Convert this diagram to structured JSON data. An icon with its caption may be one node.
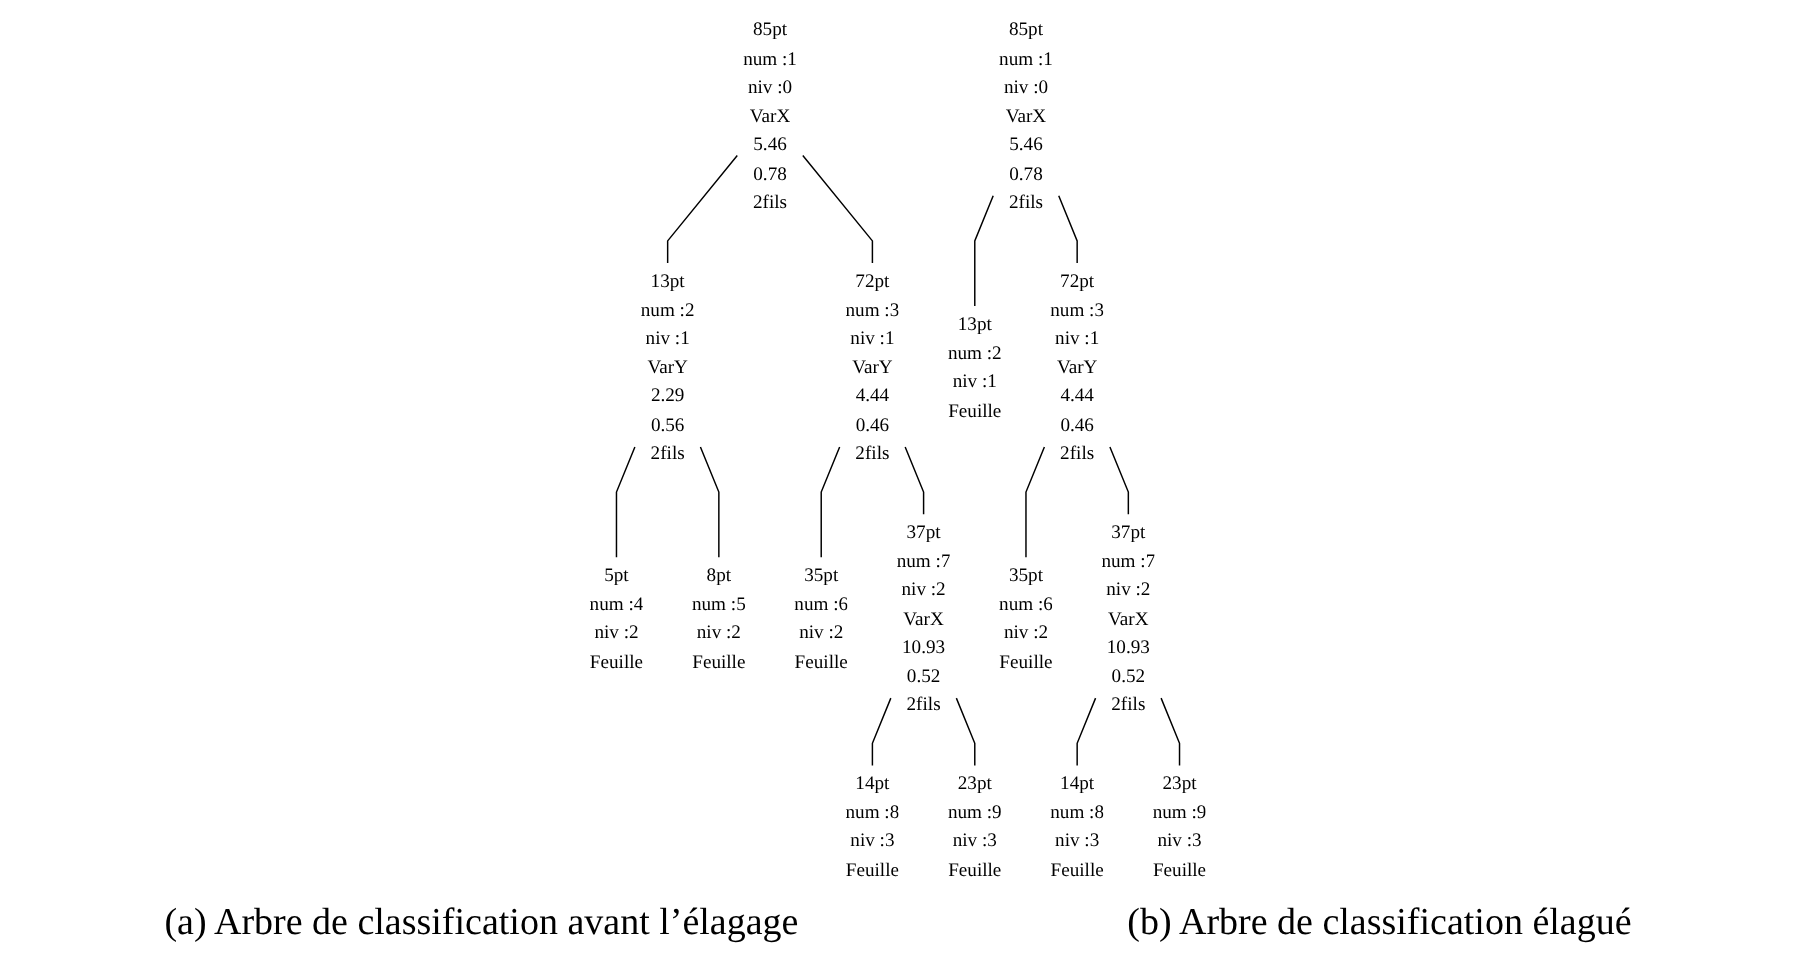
{
  "diagram": {
    "nodes": [
      {
        "text": [
          "85pt",
          "num :1",
          "niv :0",
          "VarX",
          "5.46",
          "0.78",
          "2fils"
        ]
      },
      {
        "text": [
          "13pt",
          "num :2",
          "niv :1",
          "VarY",
          "2.29",
          "0.56",
          "2fils"
        ]
      },
      {
        "text": [
          "72pt",
          "num :3",
          "niv :1",
          "VarY",
          "4.44",
          "0.46",
          "2fils"
        ]
      },
      {
        "text": [
          "5pt",
          "num :4",
          "niv :2",
          "Feuille"
        ]
      },
      {
        "text": [
          "8pt",
          "num :5",
          "niv :2",
          "Feuille"
        ]
      },
      {
        "text": [
          "35pt",
          "num :6",
          "niv :2",
          "Feuille"
        ]
      },
      {
        "text": [
          "37pt",
          "num :7",
          "niv :2",
          "VarX",
          "10.93",
          "0.52",
          "2fils"
        ]
      },
      {
        "text": [
          "14pt",
          "num :8",
          "niv :3",
          "Feuille"
        ]
      },
      {
        "text": [
          "23pt",
          "num :9",
          "niv :3",
          "Feuille"
        ]
      },
      {
        "text": [
          "85pt",
          "num :1",
          "niv :0",
          "VarX",
          "5.46",
          "0.78",
          "2fils"
        ]
      },
      {
        "text": [
          "13pt",
          "num :2",
          "niv :1",
          "Feuille"
        ]
      },
      {
        "text": [
          "72pt",
          "num :3",
          "niv :1",
          "VarY",
          "4.44",
          "0.46",
          "2fils"
        ]
      },
      {
        "text": [
          "35pt",
          "num :6",
          "niv :2",
          "Feuille"
        ]
      },
      {
        "text": [
          "37pt",
          "num :7",
          "niv :2",
          "VarX",
          "10.93",
          "0.52",
          "2fils"
        ]
      },
      {
        "text": [
          "14pt",
          "num :8",
          "niv :3",
          "Feuille"
        ]
      },
      {
        "text": [
          "23pt",
          "num :9",
          "niv :3",
          "Feuille"
        ]
      }
    ],
    "edges": [
      {
        "from": 0,
        "to": 1,
        "arrow": "none"
      },
      {
        "from": 0,
        "to": 2,
        "arrow": "none"
      },
      {
        "from": 1,
        "to": 3,
        "arrow": "none"
      },
      {
        "from": 1,
        "to": 4,
        "arrow": "none"
      },
      {
        "from": 2,
        "to": 5,
        "arrow": "none"
      },
      {
        "from": 2,
        "to": 6,
        "arrow": "none"
      },
      {
        "from": 6,
        "to": 7,
        "arrow": "none"
      },
      {
        "from": 6,
        "to": 8,
        "arrow": "none"
      },
      {
        "from": 9,
        "to": 10,
        "arrow": "none"
      },
      {
        "from": 9,
        "to": 11,
        "arrow": "none"
      },
      {
        "from": 11,
        "to": 12,
        "arrow": "none"
      },
      {
        "from": 11,
        "to": 13,
        "arrow": "none"
      },
      {
        "from": 13,
        "to": 14,
        "arrow": "none"
      },
      {
        "from": 13,
        "to": 15,
        "arrow": "none"
      }
    ],
    "labels": [
      "(a) Arbre de classification avant l’élagage",
      "(b) Arbre de classification élagué"
    ]
  }
}
